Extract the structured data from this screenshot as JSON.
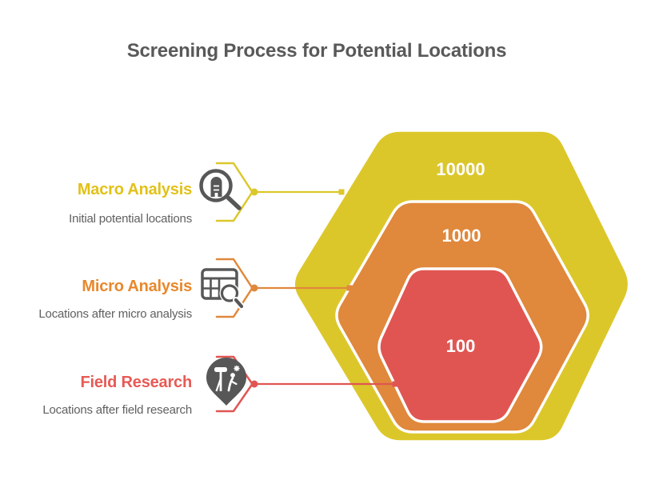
{
  "title": "Screening Process for Potential Locations",
  "stages": [
    {
      "name": "macro-analysis",
      "label": "Macro Analysis",
      "description": "Initial potential locations",
      "value": "10000",
      "color": "#dcc72b",
      "label_color": "#e2c117",
      "icon": "magnifier-building-icon"
    },
    {
      "name": "micro-analysis",
      "label": "Micro Analysis",
      "description": "Locations after micro analysis",
      "value": "1000",
      "color": "#e0883b",
      "label_color": "#e8882c",
      "icon": "table-magnifier-icon"
    },
    {
      "name": "field-research",
      "label": "Field Research",
      "description": "Locations after field research",
      "value": "100",
      "color": "#e05552",
      "label_color": "#e75a55",
      "icon": "surveyor-pin-icon"
    }
  ],
  "colors": {
    "background": "#ffffff",
    "title_text": "#595959",
    "description_text": "#606060",
    "value_text": "#ffffff",
    "icon_gray": "#575757",
    "hexagon_stroke": "#ffffff"
  },
  "chart_data": {
    "type": "nested-hexagon-funnel",
    "title": "Screening Process for Potential Locations",
    "categories": [
      "Macro Analysis",
      "Micro Analysis",
      "Field Research"
    ],
    "values": [
      10000,
      1000,
      100
    ],
    "annotations": [
      "Initial potential locations",
      "Locations after micro analysis",
      "Locations after field research"
    ]
  }
}
